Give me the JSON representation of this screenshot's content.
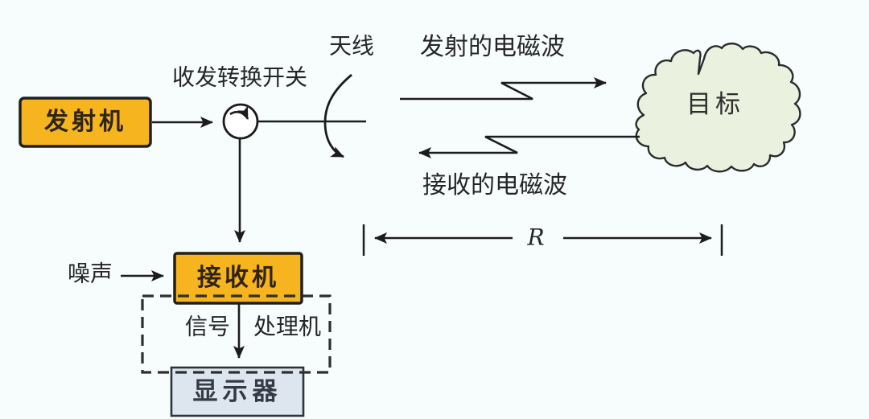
{
  "labels": {
    "transmitter": "发射机",
    "duplexer": "收发转换开关",
    "antenna": "天线",
    "transmitted_wave": "发射的电磁波",
    "received_wave": "接收的电磁波",
    "target": "目标",
    "range_symbol": "R",
    "noise": "噪声",
    "receiver": "接收机",
    "signal": "信号",
    "processor": "处理机",
    "display": "显示器"
  },
  "colors": {
    "background": "#f7fcfd",
    "box_fill": "#f6b41e",
    "box_border": "#1f1f1f",
    "cloud_fill": "#eaf2df",
    "cloud_border": "#2b2b2b",
    "display_fill": "#dde5ee",
    "display_border": "#30343c",
    "line": "#1c1c1c",
    "text": "#262626"
  }
}
